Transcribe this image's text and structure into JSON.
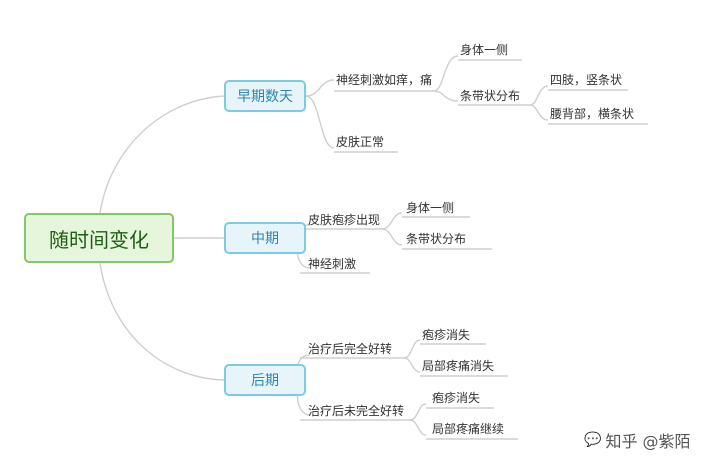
{
  "root": "随时间变化",
  "early": {
    "label": "早期数天",
    "nerve": "神经刺激如痒，痛",
    "side": "身体一侧",
    "band": "条带状分布",
    "limbs": "四肢，竖条状",
    "back": "腰背部，横条状",
    "skin": "皮肤正常"
  },
  "middle": {
    "label": "中期",
    "rash": "皮肤疱疹出现",
    "side": "身体一侧",
    "band": "条带状分布",
    "nerve": "神经刺激"
  },
  "late": {
    "label": "后期",
    "full": "治疗后完全好转",
    "full_rash": "疱疹消失",
    "full_pain": "局部疼痛消失",
    "partial": "治疗后未完全好转",
    "partial_rash": "疱疹消失",
    "partial_pain": "局部疼痛继续"
  },
  "watermark": "知乎 @紫陌",
  "colors": {
    "line": "#c8c8c8",
    "root_border": "#84c766",
    "main_border": "#7ccbe6"
  }
}
